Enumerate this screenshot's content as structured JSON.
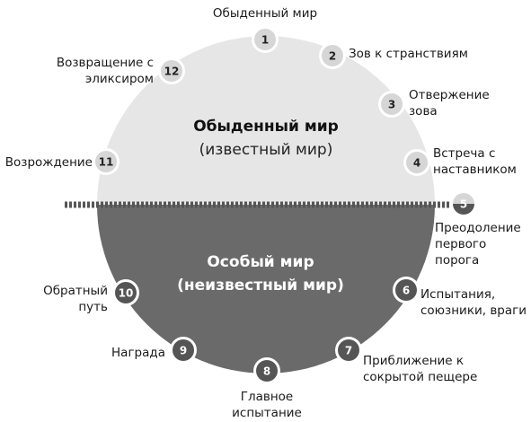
{
  "colors": {
    "upper_fill": "#e6e6e6",
    "lower_fill": "#6a6a6a",
    "circle_light": "#d6d6d6",
    "circle_dark": "#555555",
    "threshold_line": "#555555"
  },
  "zones": {
    "ordinary": {
      "title": "Обыденный мир",
      "subtitle": "(известный мир)"
    },
    "special": {
      "title": "Особый мир",
      "subtitle": "(неизвестный мир)"
    }
  },
  "stages": [
    {
      "n": "1",
      "lines": [
        "Обыденный мир"
      ]
    },
    {
      "n": "2",
      "lines": [
        "Зов к странствиям"
      ]
    },
    {
      "n": "3",
      "lines": [
        "Отвержение",
        "зова"
      ]
    },
    {
      "n": "4",
      "lines": [
        "Встреча с",
        "наставником"
      ]
    },
    {
      "n": "5",
      "lines": [
        "Преодоление",
        "первого",
        "порога"
      ]
    },
    {
      "n": "6",
      "lines": [
        "Испытания,",
        "союзники, враги"
      ]
    },
    {
      "n": "7",
      "lines": [
        "Приближение к",
        "сокрытой пещере"
      ]
    },
    {
      "n": "8",
      "lines": [
        "Главное",
        "испытание"
      ]
    },
    {
      "n": "9",
      "lines": [
        "Награда"
      ]
    },
    {
      "n": "10",
      "lines": [
        "Обратный",
        "путь"
      ]
    },
    {
      "n": "11",
      "lines": [
        "Возрождение"
      ]
    },
    {
      "n": "12",
      "lines": [
        "Возвращение с",
        "эликсиром"
      ]
    }
  ]
}
